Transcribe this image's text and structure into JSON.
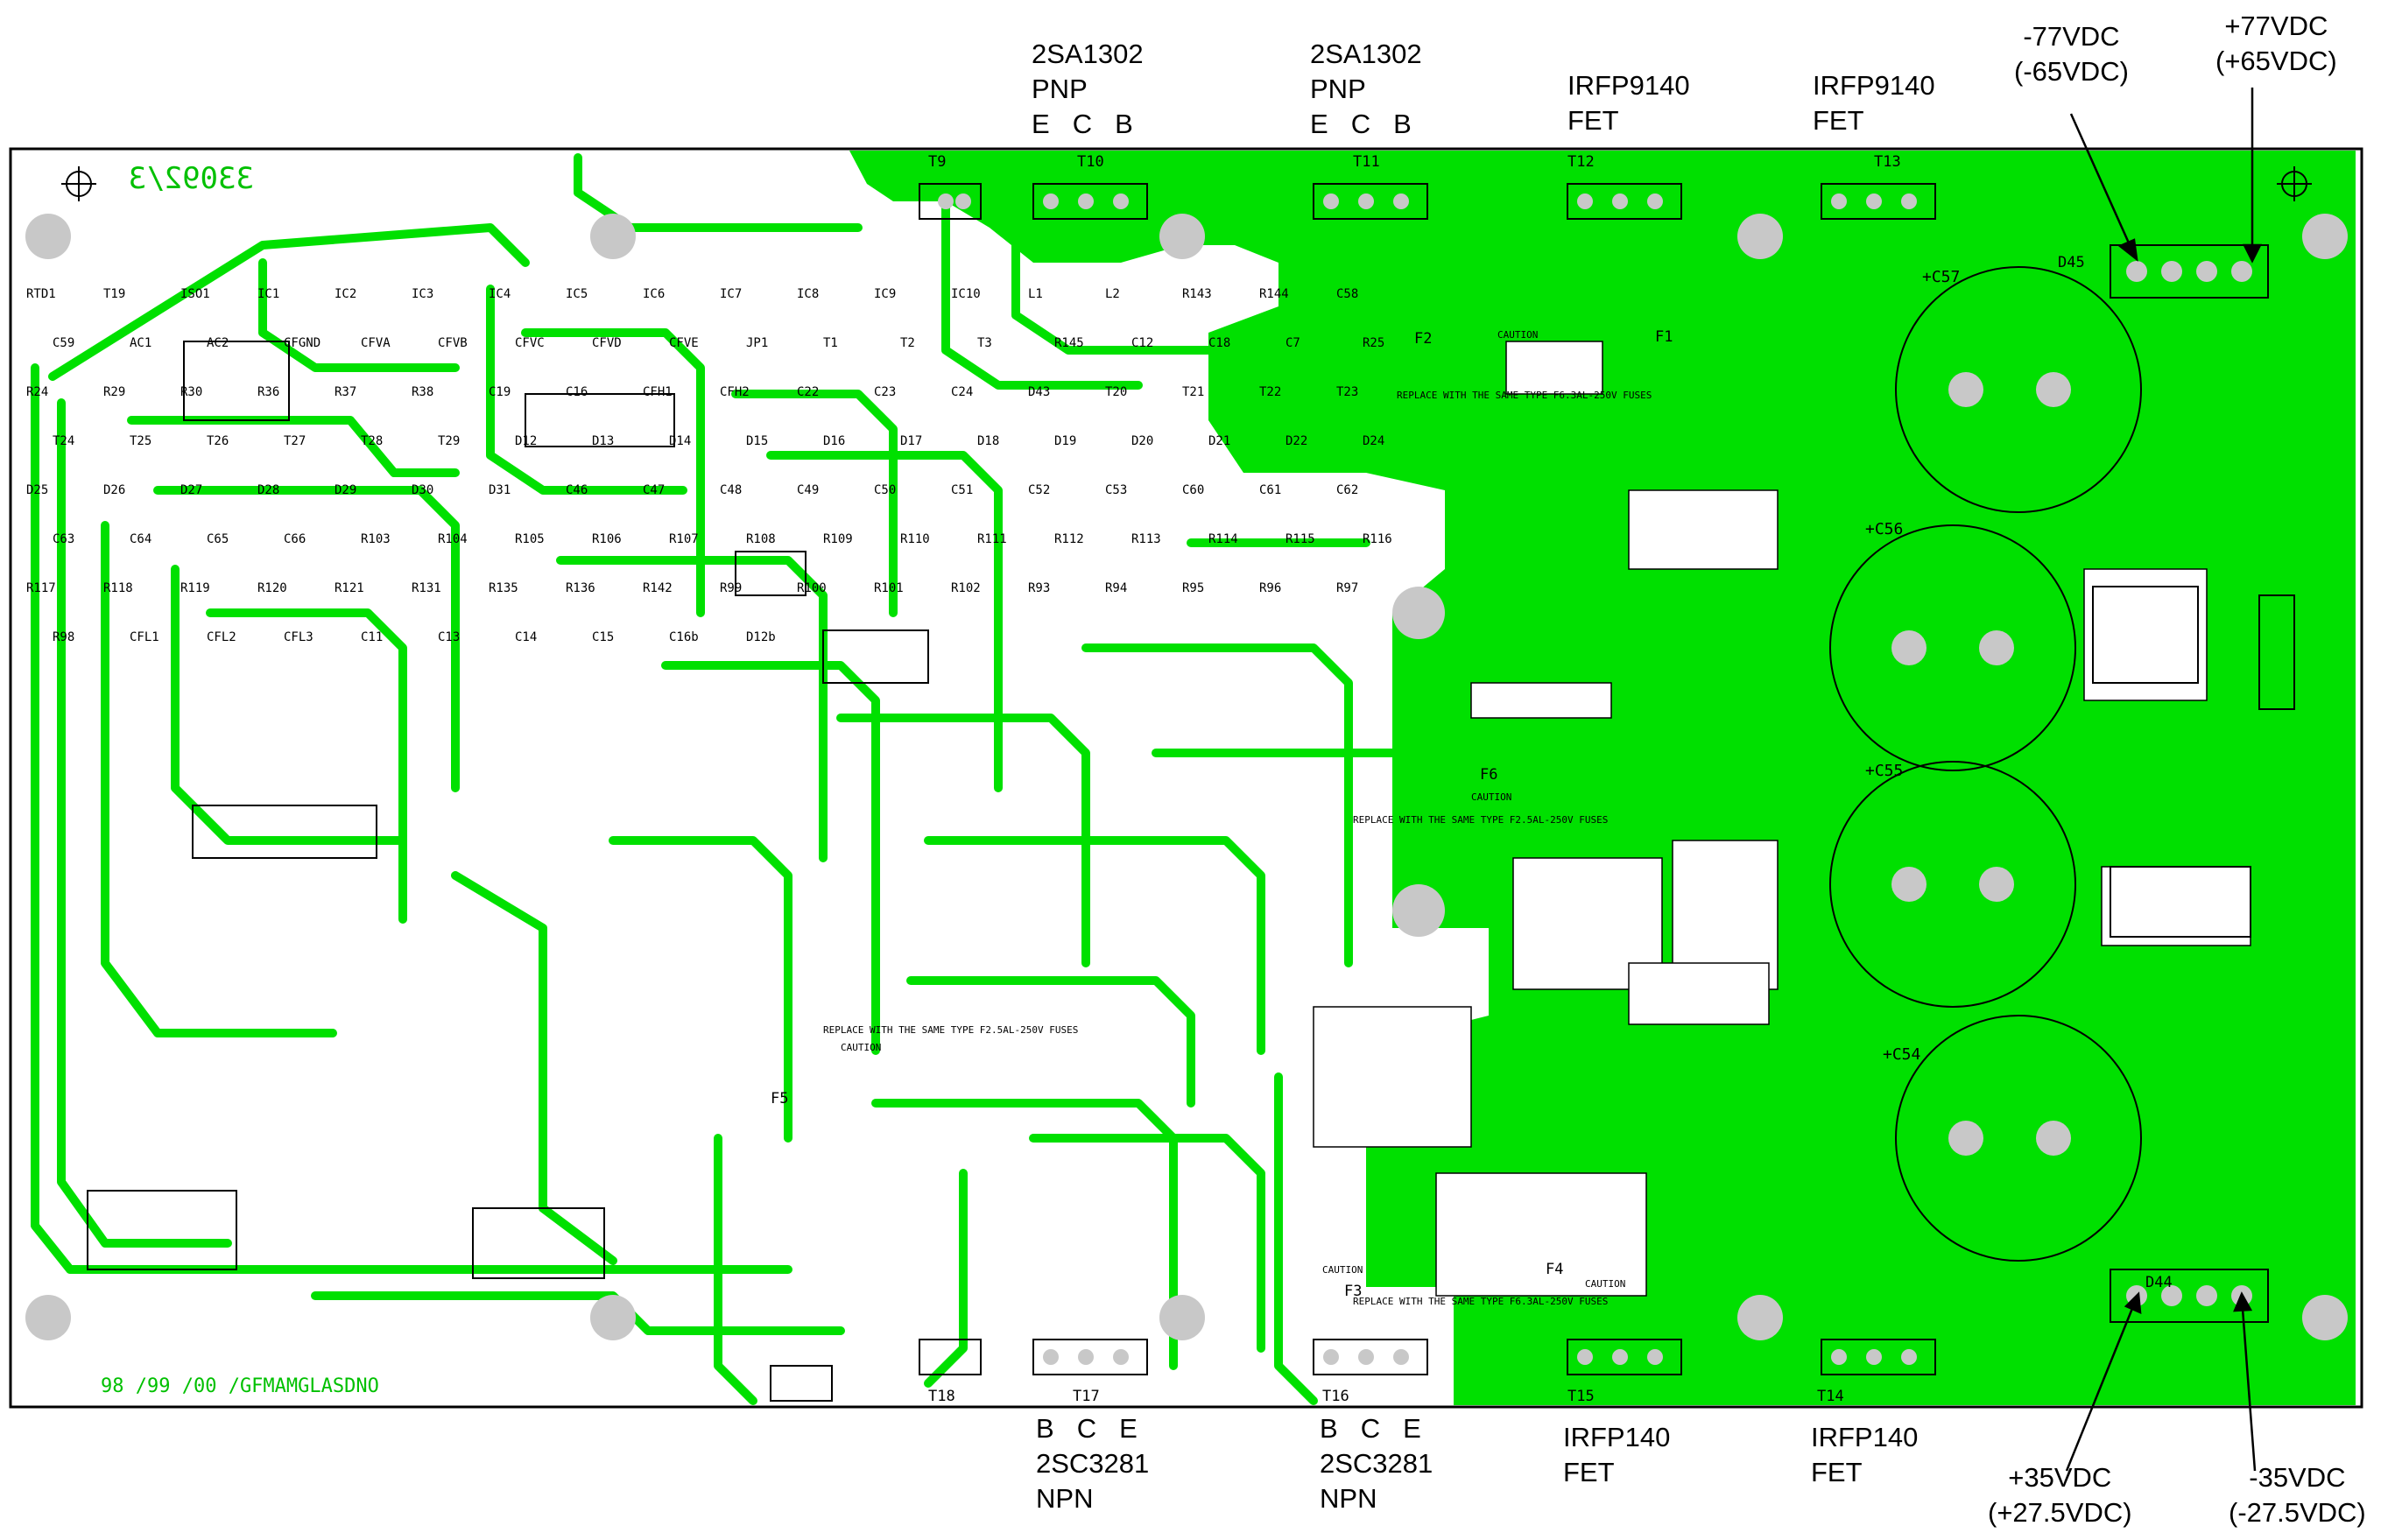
{
  "board": {
    "top_mark": "33092/3",
    "bottom_mark": "98 /99 /00 /GFMAMGLASDNO",
    "colors": {
      "board_fill": "#ffffff",
      "copper": "#00e000",
      "silk": "#000000",
      "mounting_hole": "#c8c8c8"
    }
  },
  "transistor_labels": {
    "top_left_1": {
      "part": "2SA1302",
      "kind": "PNP",
      "pins": [
        "E",
        "C",
        "B"
      ]
    },
    "top_left_2": {
      "part": "2SA1302",
      "kind": "PNP",
      "pins": [
        "E",
        "C",
        "B"
      ]
    },
    "top_fet_1": {
      "part": "IRFP9140",
      "kind": "FET"
    },
    "top_fet_2": {
      "part": "IRFP9140",
      "kind": "FET"
    },
    "bottom_left_1": {
      "part": "2SC3281",
      "kind": "NPN",
      "pins": [
        "B",
        "C",
        "E"
      ]
    },
    "bottom_left_2": {
      "part": "2SC3281",
      "kind": "NPN",
      "pins": [
        "B",
        "C",
        "E"
      ]
    },
    "bottom_fet_1": {
      "part": "IRFP140",
      "kind": "FET"
    },
    "bottom_fet_2": {
      "part": "IRFP140",
      "kind": "FET"
    }
  },
  "rail_labels": {
    "neg_high": {
      "line1": "-77VDC",
      "line2": "(-65VDC)"
    },
    "pos_high": {
      "line1": "+77VDC",
      "line2": "(+65VDC)"
    },
    "pos_low": {
      "line1": "+35VDC",
      "line2": "(+27.5VDC)"
    },
    "neg_low": {
      "line1": "-35VDC",
      "line2": "(-27.5VDC)"
    }
  },
  "component_designators": {
    "power_transistors_top": [
      "T9",
      "T10",
      "T11",
      "T12",
      "T13"
    ],
    "power_transistors_bottom": [
      "T18",
      "T17",
      "T16",
      "T15",
      "T14"
    ],
    "bridges": [
      "D45",
      "D44"
    ],
    "big_caps": [
      "C57",
      "C56",
      "C55",
      "C54"
    ],
    "fuses": [
      "F1",
      "F2",
      "F3",
      "F4",
      "F5",
      "F6"
    ],
    "misc": [
      "RTD1",
      "T19",
      "ISO1",
      "IC1",
      "IC2",
      "IC3",
      "IC4",
      "IC5",
      "IC6",
      "IC7",
      "IC8",
      "IC9",
      "IC10",
      "L1",
      "L2",
      "R143",
      "R144",
      "C58",
      "C59",
      "AC1",
      "AC2",
      "CFGND",
      "CFVA",
      "CFVB",
      "CFVC",
      "CFVD",
      "CFVE",
      "JP1",
      "T1",
      "T2",
      "T3",
      "R145",
      "C12",
      "C18",
      "C7",
      "R25",
      "R24",
      "R29",
      "R30",
      "R36",
      "R37",
      "R38",
      "C19",
      "C16",
      "CFH1",
      "CFH2",
      "C22",
      "C23",
      "C24",
      "D43",
      "T20",
      "T21",
      "T22",
      "T23",
      "T24",
      "T25",
      "T26",
      "T27",
      "T28",
      "T29",
      "D12",
      "D13",
      "D14",
      "D15",
      "D16",
      "D17",
      "D18",
      "D19",
      "D20",
      "D21",
      "D22",
      "D24",
      "D25",
      "D26",
      "D27",
      "D28",
      "D29",
      "D30",
      "D31",
      "C46",
      "C47",
      "C48",
      "C49",
      "C50",
      "C51",
      "C52",
      "C53",
      "C60",
      "C61",
      "C62",
      "C63",
      "C64",
      "C65",
      "C66",
      "R103",
      "R104",
      "R105",
      "R106",
      "R107",
      "R108",
      "R109",
      "R110",
      "R111",
      "R112",
      "R113",
      "R114",
      "R115",
      "R116",
      "R117",
      "R118",
      "R119",
      "R120",
      "R121",
      "R131",
      "R135",
      "R136",
      "R142",
      "R99",
      "R100",
      "R101",
      "R102",
      "R93",
      "R94",
      "R95",
      "R96",
      "R97",
      "R98",
      "CFL1",
      "CFL2",
      "CFL3",
      "C11",
      "C13",
      "C14",
      "C15",
      "C16b",
      "D12b"
    ]
  },
  "fuse_notes": {
    "f2": "REPLACE WITH THE SAME TYPE F6.3AL-250V FUSES",
    "f6": "REPLACE WITH THE SAME TYPE F2.5AL-250V FUSES",
    "f5": "REPLACE WITH THE SAME TYPE F2.5AL-250V FUSES",
    "f3": "REPLACE WITH THE SAME TYPE F6.3AL-250V FUSES",
    "caution": "CAUTION"
  }
}
